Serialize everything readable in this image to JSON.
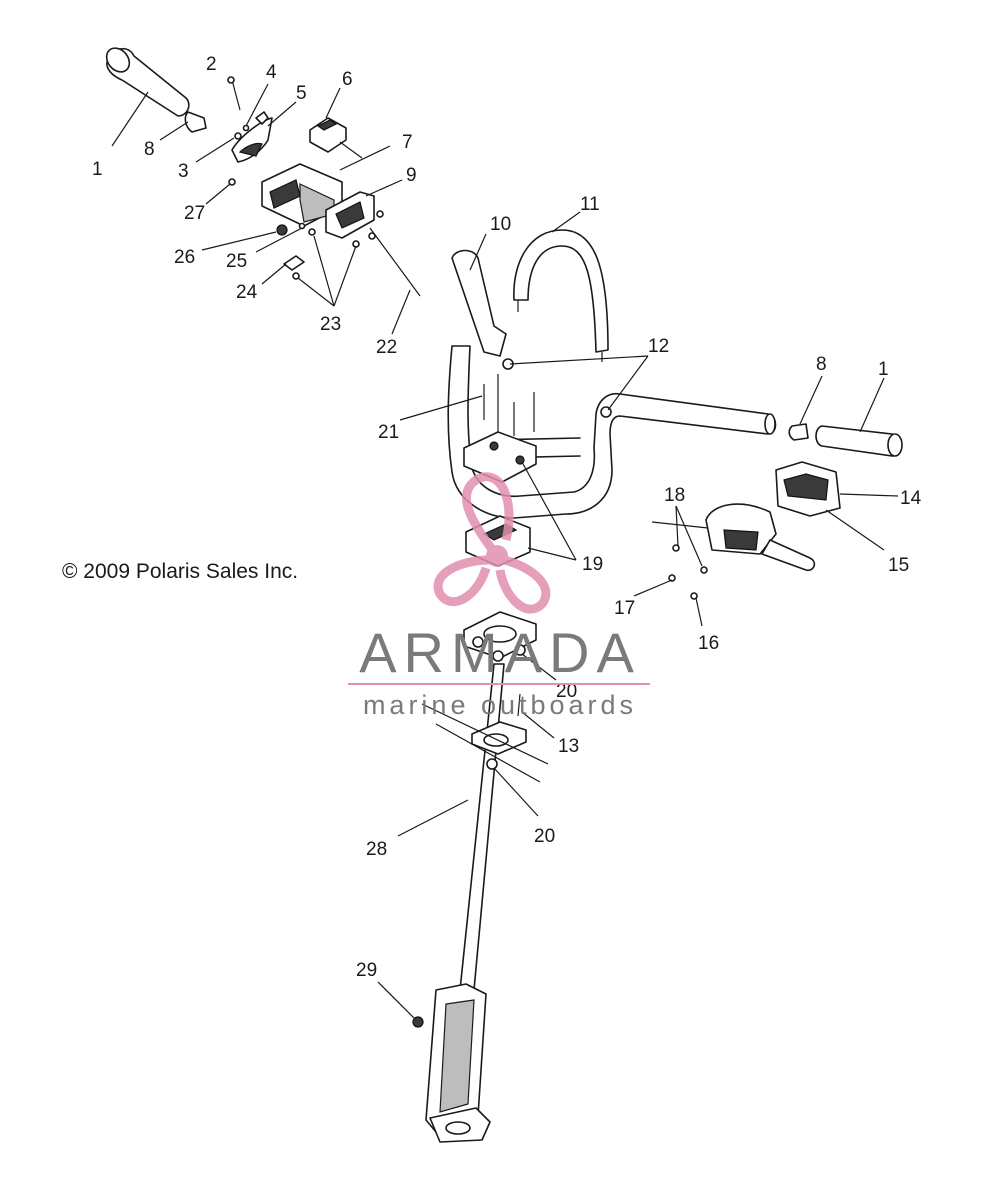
{
  "copyright": "© 2009 Polaris Sales Inc.",
  "watermark": {
    "title": "ARMADA",
    "subtitle": "marine outboards",
    "accent_color": "#e28fb0",
    "text_color": "#7a7a7a"
  },
  "callouts": {
    "c1a": "1",
    "c2": "2",
    "c3": "3",
    "c4": "4",
    "c5": "5",
    "c6": "6",
    "c7": "7",
    "c8a": "8",
    "c9": "9",
    "c10": "10",
    "c11": "11",
    "c12": "12",
    "c27": "27",
    "c26": "26",
    "c25": "25",
    "c24": "24",
    "c23": "23",
    "c22": "22",
    "c21": "21",
    "c8b": "8",
    "c1b": "1",
    "c18": "18",
    "c14": "14",
    "c15": "15",
    "c19": "19",
    "c17": "17",
    "c16": "16",
    "c20a": "20",
    "c13": "13",
    "c20b": "20",
    "c28": "28",
    "c29": "29"
  }
}
